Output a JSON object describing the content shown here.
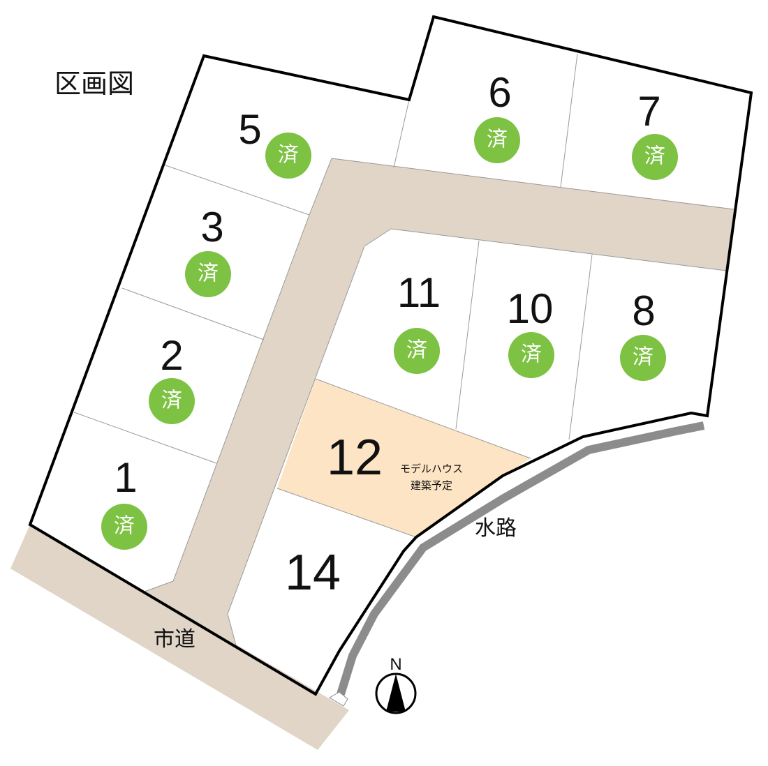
{
  "title": "区画図",
  "sold_label": "済",
  "colors": {
    "road": "#e0d5c7",
    "sold_badge": "#7dc242",
    "model_lot": "#fde4c4",
    "waterway": "#8c8c8c",
    "boundary": "#000000"
  },
  "lots": [
    {
      "number": "1",
      "sold": true
    },
    {
      "number": "2",
      "sold": true
    },
    {
      "number": "3",
      "sold": true
    },
    {
      "number": "5",
      "sold": true
    },
    {
      "number": "6",
      "sold": true
    },
    {
      "number": "7",
      "sold": true
    },
    {
      "number": "8",
      "sold": true
    },
    {
      "number": "10",
      "sold": true
    },
    {
      "number": "11",
      "sold": true
    },
    {
      "number": "12",
      "sold": false,
      "note_line1": "モデルハウス",
      "note_line2": "建築予定"
    },
    {
      "number": "14",
      "sold": false
    }
  ],
  "road_label": "市道",
  "waterway_label": "水路",
  "compass_label": "N"
}
